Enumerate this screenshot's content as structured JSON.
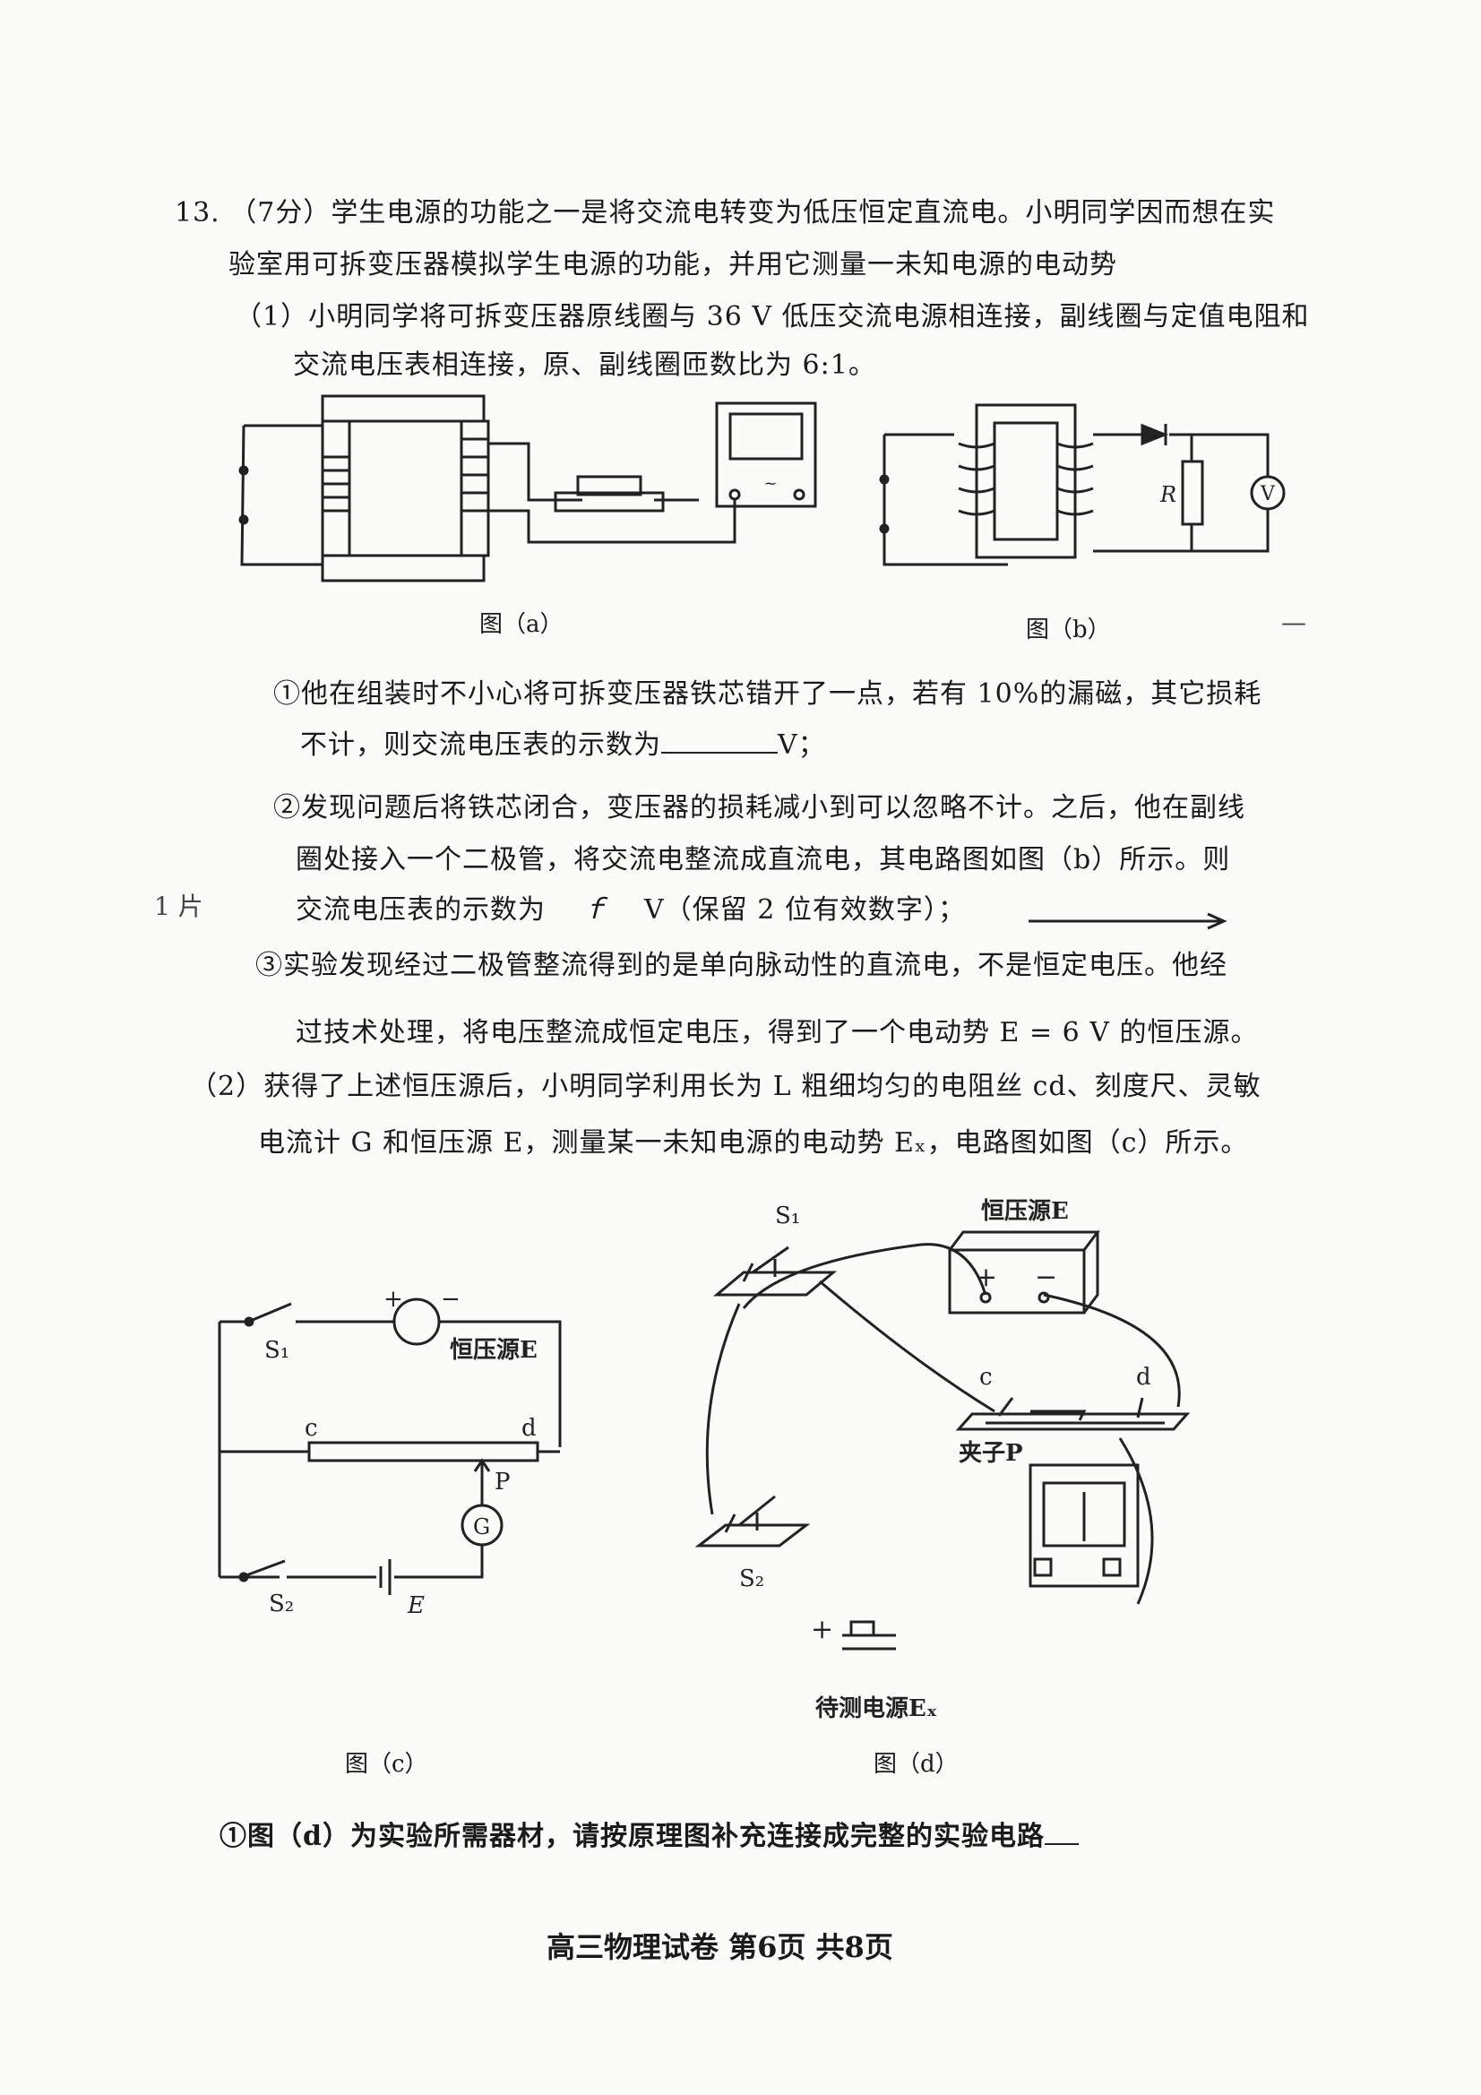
{
  "question": {
    "line1": "13. （7分）学生电源的功能之一是将交流电转变为低压恒定直流电。小明同学因而想在实",
    "line2": "验室用可拆变压器模拟学生电源的功能，并用它测量一未知电源的电动势",
    "part1_line1": "（1）小明同学将可拆变压器原线圈与 36 V 低压交流电源相连接，副线圈与定值电阻和",
    "part1_line2": "交流电压表相连接，原、副线圈匝数比为 6:1。"
  },
  "figures": {
    "a_caption": "图（a）",
    "b_caption": "图（b）",
    "b_resistor_label": "R",
    "b_voltmeter_label": "V",
    "c_caption": "图（c）",
    "d_caption": "图（d）",
    "c_labels": {
      "s1": "S₁",
      "s2": "S₂",
      "plus": "+",
      "minus": "−",
      "source": "恒压源E",
      "c": "c",
      "d": "d",
      "p": "P",
      "g": "G",
      "e": "E"
    },
    "d_labels": {
      "s1": "S₁",
      "s2": "S₂",
      "source": "恒压源E",
      "plus": "+",
      "minus": "−",
      "c": "c",
      "d": "d",
      "clip": "夹子P",
      "unknown_source": "待测电源Eₓ",
      "unknown_plus": "+"
    }
  },
  "items": {
    "q1_a": "①他在组装时不小心将可拆变压器铁芯错开了一点，若有 10%的漏磁，其它损耗",
    "q1_b_pre": "不计，则交流电压表的示数为",
    "q1_b_post": "V；",
    "q2_a": "②发现问题后将铁芯闭合，变压器的损耗减小到可以忽略不计。之后，他在副线",
    "q2_b": "圈处接入一个二极管，将交流电整流成直流电，其电路图如图（b）所示。则",
    "q2_c_pre": "交流电压表的示数为",
    "q2_c_post": "V（保留 2 位有效数字）；",
    "q3_a": "③实验发现经过二极管整流得到的是单向脉动性的直流电，不是恒定电压。他经",
    "q3_b": "过技术处理，将电压整流成恒定电压，得到了一个电动势 E = 6 V 的恒压源。",
    "part2_a": "（2）获得了上述恒压源后，小明同学利用长为 L 粗细均匀的电阻丝 cd、刻度尺、灵敏",
    "part2_b": "电流计 G 和恒压源 E，测量某一未知电源的电动势 Eₓ，电路图如图（c）所示。",
    "q4": "①图（d）为实验所需器材，请按原理图补充连接成完整的实验电路"
  },
  "handwriting": {
    "answer_mark": "ｆ",
    "margin_mark": "1 片"
  },
  "footer": "高三物理试卷 第6页 共8页"
}
